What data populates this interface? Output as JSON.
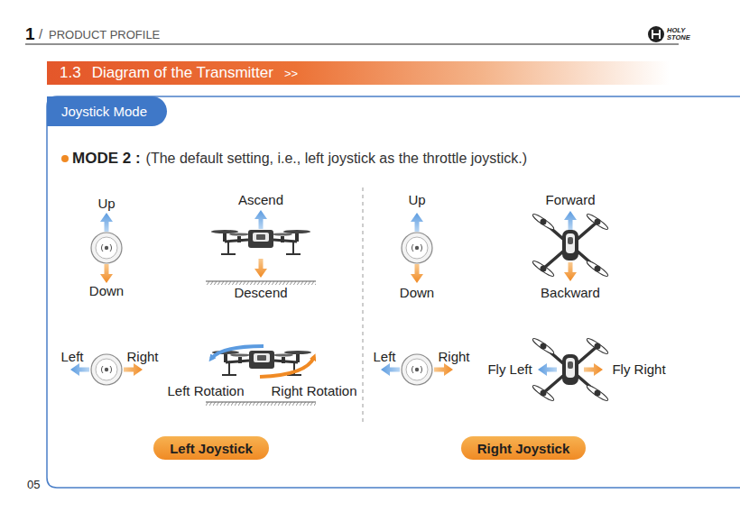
{
  "diagram": {
    "nodes": [
      {
        "text": [
          "1.3",
          "Diagram of the Transmitter",
          ">>"
        ]
      },
      {
        "text": [
          "Joystick Mode"
        ]
      },
      {
        "text": [
          "Left Joystick"
        ]
      },
      {
        "text": [
          "Right Joystick"
        ]
      }
    ],
    "labels": [
      "1",
      "/",
      "PRODUCT PROFILE",
      "HOLY",
      "STONE",
      "MODE 2 :",
      "(The default setting, i.e., left joystick as the throttle joystick.)",
      "Up",
      "Down",
      "Ascend",
      "Descend",
      "Up",
      "Down",
      "Forward",
      "Backward",
      "Left",
      "Right",
      "Left Rotation",
      "Right Rotation",
      "Left",
      "Right",
      "Fly Left",
      "Fly Right",
      "05"
    ]
  }
}
